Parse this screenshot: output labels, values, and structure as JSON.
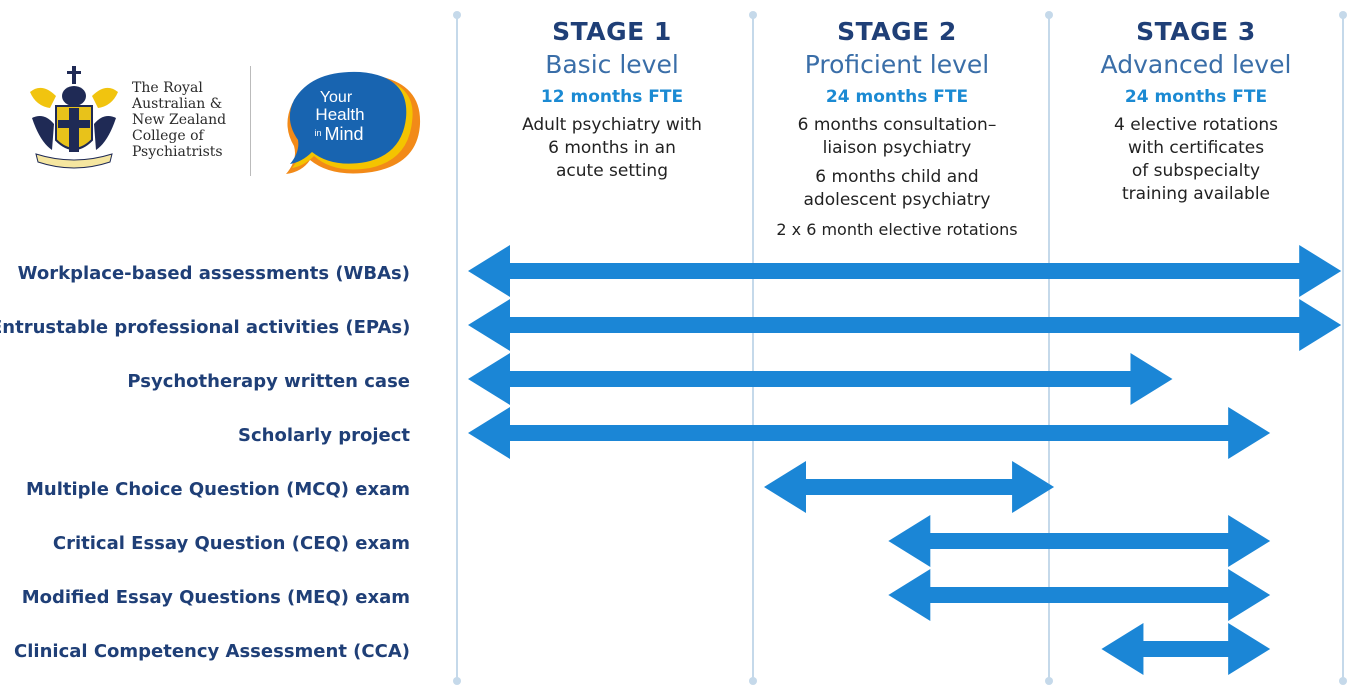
{
  "org": {
    "name": "The Royal Australian & New Zealand College of Psychiatrists",
    "name_lines": [
      "The Royal",
      "Australian &",
      "New Zealand",
      "College of",
      "Psychiatrists"
    ],
    "badge_text": [
      "Your",
      "Health",
      "in",
      "Mind"
    ],
    "crest_icon": "college-crest-icon"
  },
  "stages": [
    {
      "title": "STAGE 1",
      "level": "Basic level",
      "fte": "12 months FTE",
      "desc": [
        "Adult psychiatry with",
        "6 months in an",
        "acute setting"
      ]
    },
    {
      "title": "STAGE 2",
      "level": "Proficient level",
      "fte": "24 months FTE",
      "desc_blocks": [
        [
          "6 months consultation–",
          "liaison psychiatry"
        ],
        [
          "6 months child and",
          "adolescent psychiatry"
        ],
        [
          "2 x 6 month elective rotations"
        ]
      ]
    },
    {
      "title": "STAGE 3",
      "level": "Advanced level",
      "fte": "24 months FTE",
      "desc": [
        "4 elective rotations",
        "with certificates",
        "of subspecialty",
        "training available"
      ]
    }
  ],
  "assessments": [
    {
      "label": "Workplace-based assessments (WBAs)",
      "from_stage": 1.0,
      "to_stage": 3.95
    },
    {
      "label": "Entrustable professional activities (EPAs)",
      "from_stage": 1.0,
      "to_stage": 3.95
    },
    {
      "label": "Psychotherapy written case",
      "from_stage": 1.0,
      "to_stage": 3.38
    },
    {
      "label": "Scholarly project",
      "from_stage": 1.0,
      "to_stage": 3.71
    },
    {
      "label": "Multiple Choice Question (MCQ) exam",
      "from_stage": 2.0,
      "to_stage": 2.98
    },
    {
      "label": "Critical Essay Question (CEQ) exam",
      "from_stage": 2.42,
      "to_stage": 3.71
    },
    {
      "label": "Modified Essay Questions (MEQ) exam",
      "from_stage": 2.42,
      "to_stage": 3.71
    },
    {
      "label": "Clinical Competency Assessment (CCA)",
      "from_stage": 3.14,
      "to_stage": 3.71
    }
  ],
  "colors": {
    "arrow": "#1b86d6",
    "navy": "#1f3f77",
    "divider": "#c5d9ea",
    "badge_blue": "#1864b0",
    "badge_yellow": "#f4c400",
    "badge_orange": "#f28a18"
  }
}
